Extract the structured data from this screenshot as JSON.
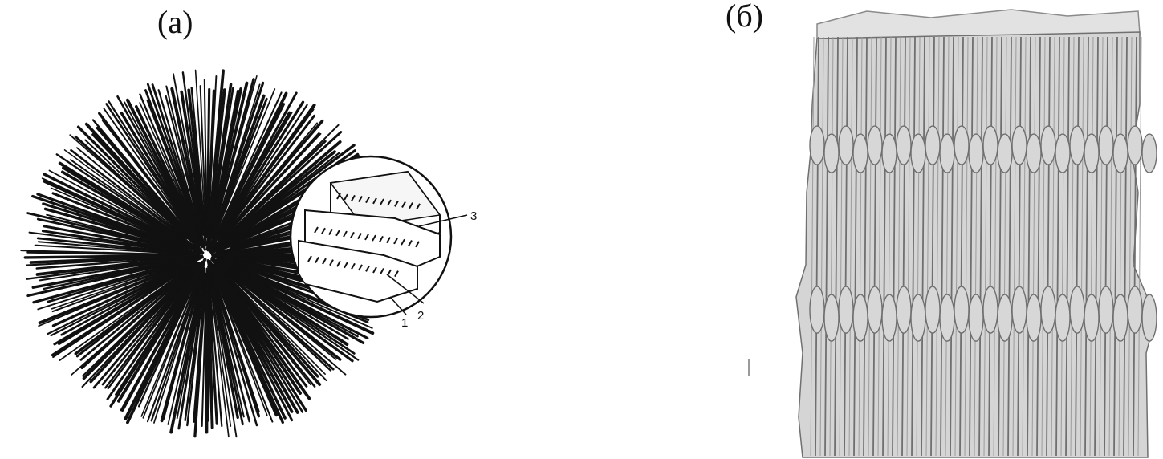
{
  "panels": [
    {
      "label": "(a)",
      "callouts": [
        "1",
        "2",
        "3"
      ]
    },
    {
      "label": "(б)"
    }
  ],
  "colors": {
    "ink": "#111111",
    "background": "#ffffff",
    "block_light": "#d7d7d7",
    "block_dark": "#6f6f6f"
  }
}
